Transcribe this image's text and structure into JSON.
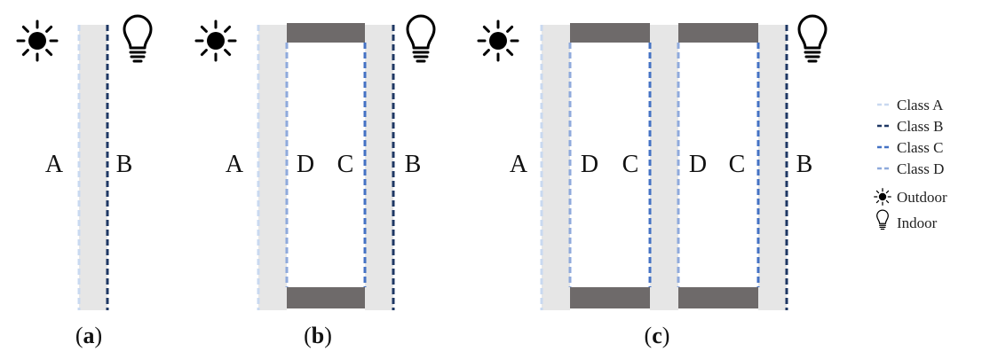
{
  "colors": {
    "glass": "#e6e6e6",
    "frame": "#6e6a6a",
    "class_a": "#c9d9f0",
    "class_b": "#1f3864",
    "class_c": "#4472c4",
    "class_d": "#8faadc"
  },
  "panels": [
    {
      "caption_open": "(",
      "caption_letter": "a",
      "caption_close": ")",
      "labels": [
        "A",
        "B"
      ]
    },
    {
      "caption_open": "(",
      "caption_letter": "b",
      "caption_close": ")",
      "labels": [
        "A",
        "D",
        "C",
        "B"
      ]
    },
    {
      "caption_open": "(",
      "caption_letter": "c",
      "caption_close": ")",
      "labels": [
        "A",
        "D",
        "C",
        "D",
        "C",
        "B"
      ]
    }
  ],
  "icons": {
    "outdoor": "sun-icon",
    "indoor": "light-bulb-icon"
  },
  "legend": {
    "class_a": "Class A",
    "class_b": "Class B",
    "class_c": "Class C",
    "class_d": "Class D",
    "outdoor": "Outdoor",
    "indoor": "Indoor"
  }
}
